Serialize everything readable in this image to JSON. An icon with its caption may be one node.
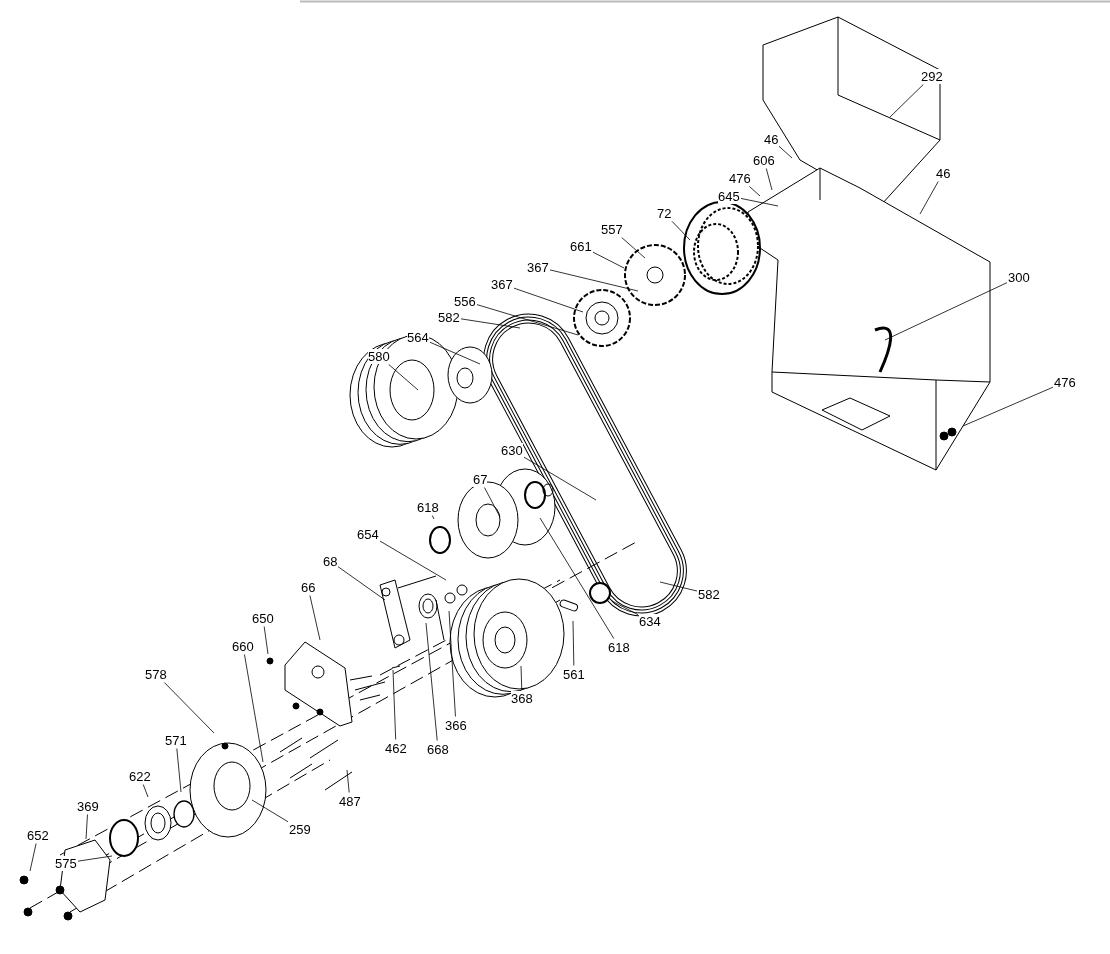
{
  "diagram": {
    "nodes": [
      {
        "text": [
          "292"
        ]
      },
      {
        "text": [
          "46"
        ]
      },
      {
        "text": [
          "606"
        ]
      },
      {
        "text": [
          "476"
        ]
      },
      {
        "text": [
          "645"
        ]
      },
      {
        "text": [
          "46"
        ]
      },
      {
        "text": [
          "72"
        ]
      },
      {
        "text": [
          "557"
        ]
      },
      {
        "text": [
          "661"
        ]
      },
      {
        "text": [
          "367"
        ]
      },
      {
        "text": [
          "367"
        ]
      },
      {
        "text": [
          "556"
        ]
      },
      {
        "text": [
          "582"
        ]
      },
      {
        "text": [
          "300"
        ]
      },
      {
        "text": [
          "564"
        ]
      },
      {
        "text": [
          "580"
        ]
      },
      {
        "text": [
          "476"
        ]
      },
      {
        "text": [
          "630"
        ]
      },
      {
        "text": [
          "67"
        ]
      },
      {
        "text": [
          "618"
        ]
      },
      {
        "text": [
          "654"
        ]
      },
      {
        "text": [
          "68"
        ]
      },
      {
        "text": [
          "582"
        ]
      },
      {
        "text": [
          "66"
        ]
      },
      {
        "text": [
          "634"
        ]
      },
      {
        "text": [
          "618"
        ]
      },
      {
        "text": [
          "650"
        ]
      },
      {
        "text": [
          "561"
        ]
      },
      {
        "text": [
          "660"
        ]
      },
      {
        "text": [
          "368"
        ]
      },
      {
        "text": [
          "578"
        ]
      },
      {
        "text": [
          "668"
        ]
      },
      {
        "text": [
          "366"
        ]
      },
      {
        "text": [
          "462"
        ]
      },
      {
        "text": [
          "571"
        ]
      },
      {
        "text": [
          "487"
        ]
      },
      {
        "text": [
          "622"
        ]
      },
      {
        "text": [
          "259"
        ]
      },
      {
        "text": [
          "369"
        ]
      },
      {
        "text": [
          "652"
        ]
      },
      {
        "text": [
          "575"
        ]
      }
    ],
    "edges": [
      {
        "from": 0,
        "to": null,
        "arrow": "none"
      },
      {
        "from": 1,
        "to": null,
        "arrow": "none"
      },
      {
        "from": 2,
        "to": null,
        "arrow": "none"
      },
      {
        "from": 3,
        "to": null,
        "arrow": "none"
      },
      {
        "from": 4,
        "to": null,
        "arrow": "none"
      },
      {
        "from": 5,
        "to": null,
        "arrow": "none"
      },
      {
        "from": 6,
        "to": null,
        "arrow": "none"
      },
      {
        "from": 7,
        "to": null,
        "arrow": "none"
      },
      {
        "from": 8,
        "to": null,
        "arrow": "none"
      },
      {
        "from": 9,
        "to": null,
        "arrow": "none"
      },
      {
        "from": 10,
        "to": null,
        "arrow": "none"
      },
      {
        "from": 11,
        "to": null,
        "arrow": "none"
      },
      {
        "from": 12,
        "to": null,
        "arrow": "none"
      },
      {
        "from": 13,
        "to": null,
        "arrow": "none"
      },
      {
        "from": 14,
        "to": null,
        "arrow": "none"
      },
      {
        "from": 15,
        "to": null,
        "arrow": "none"
      },
      {
        "from": 16,
        "to": null,
        "arrow": "none"
      },
      {
        "from": 17,
        "to": null,
        "arrow": "none"
      },
      {
        "from": 18,
        "to": null,
        "arrow": "none"
      },
      {
        "from": 19,
        "to": null,
        "arrow": "none"
      },
      {
        "from": 20,
        "to": null,
        "arrow": "none"
      },
      {
        "from": 21,
        "to": null,
        "arrow": "none"
      },
      {
        "from": 22,
        "to": null,
        "arrow": "none"
      },
      {
        "from": 23,
        "to": null,
        "arrow": "none"
      },
      {
        "from": 24,
        "to": null,
        "arrow": "none"
      },
      {
        "from": 25,
        "to": null,
        "arrow": "none"
      },
      {
        "from": 26,
        "to": null,
        "arrow": "none"
      },
      {
        "from": 27,
        "to": null,
        "arrow": "none"
      },
      {
        "from": 28,
        "to": null,
        "arrow": "none"
      },
      {
        "from": 29,
        "to": null,
        "arrow": "none"
      },
      {
        "from": 30,
        "to": null,
        "arrow": "none"
      },
      {
        "from": 31,
        "to": null,
        "arrow": "none"
      },
      {
        "from": 32,
        "to": null,
        "arrow": "none"
      },
      {
        "from": 33,
        "to": null,
        "arrow": "none"
      },
      {
        "from": 34,
        "to": null,
        "arrow": "none"
      },
      {
        "from": 35,
        "to": null,
        "arrow": "none"
      },
      {
        "from": 36,
        "to": null,
        "arrow": "none"
      },
      {
        "from": 37,
        "to": null,
        "arrow": "none"
      },
      {
        "from": 38,
        "to": null,
        "arrow": "none"
      },
      {
        "from": 39,
        "to": null,
        "arrow": "none"
      },
      {
        "from": 40,
        "to": null,
        "arrow": "none"
      }
    ]
  }
}
